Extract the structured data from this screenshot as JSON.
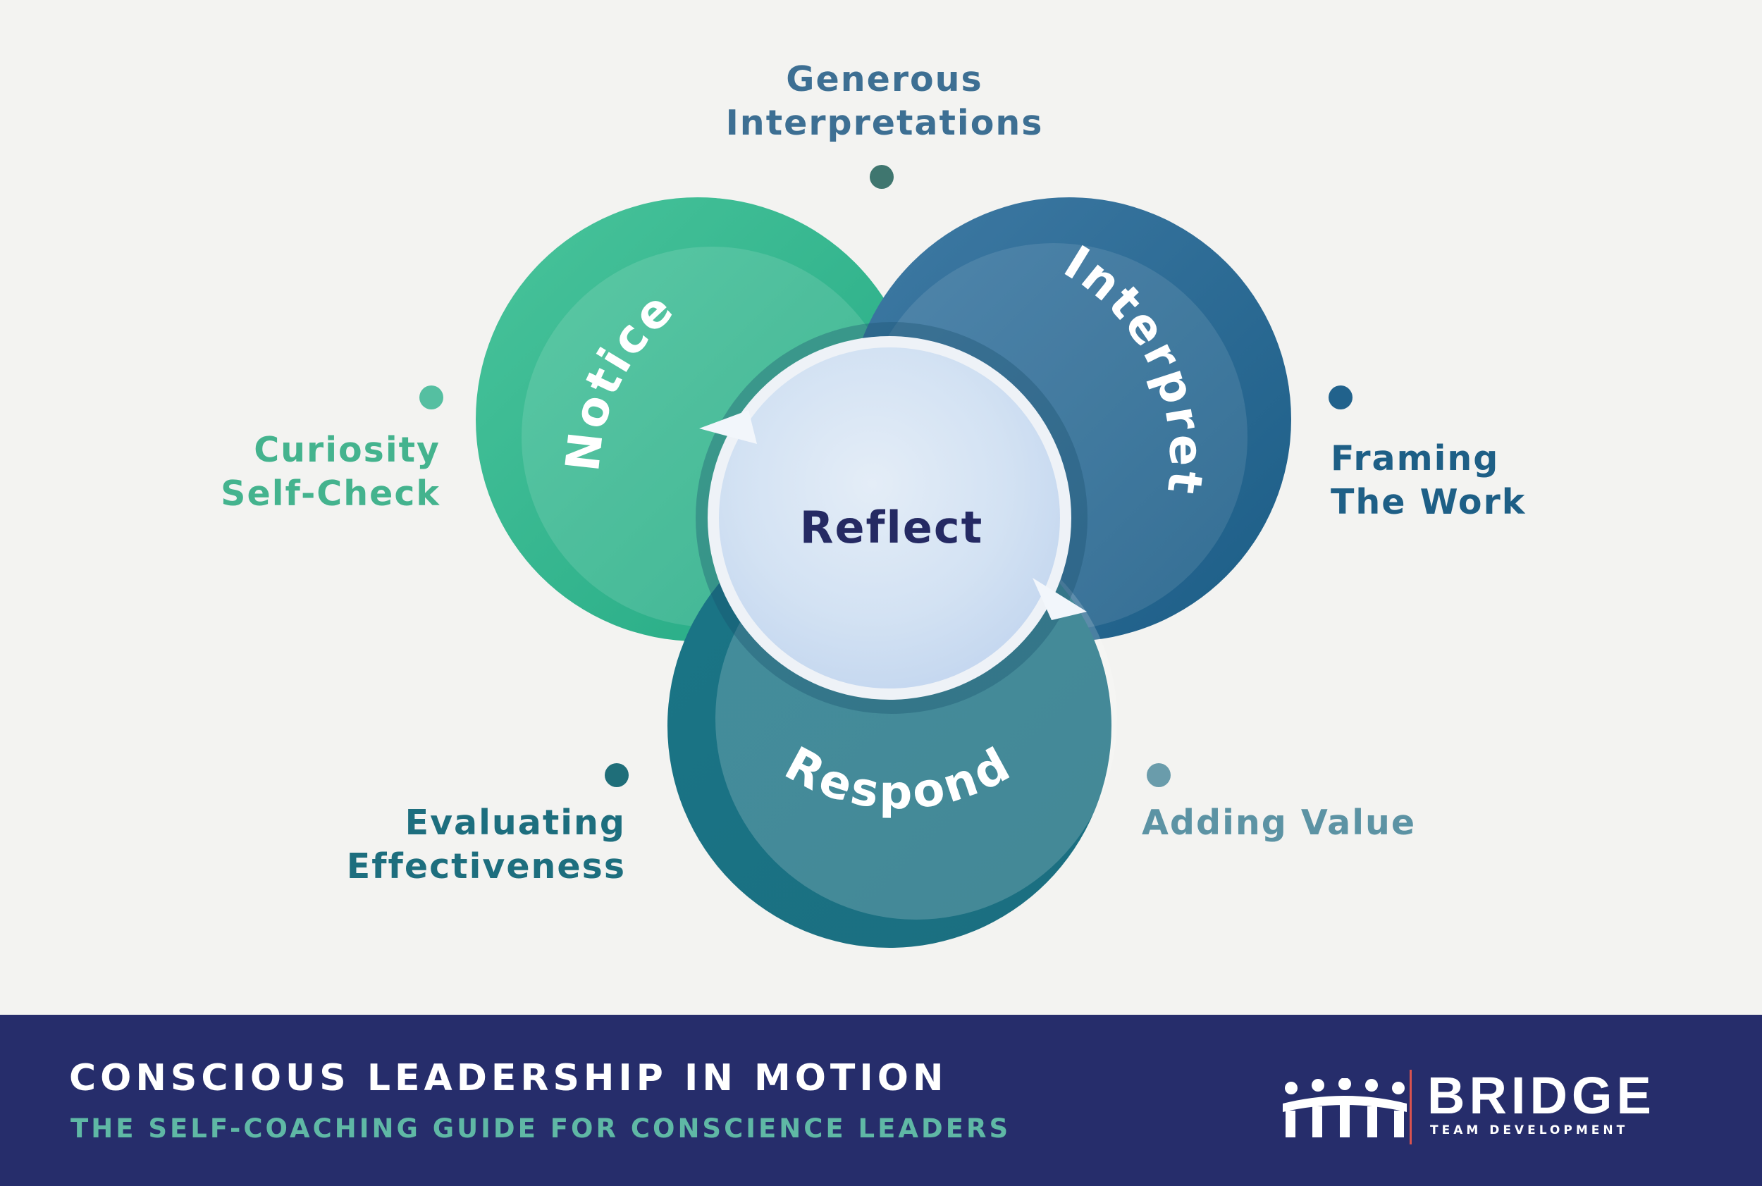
{
  "diagram": {
    "center": "Reflect",
    "stages": [
      {
        "id": "notice",
        "label": "Notice"
      },
      {
        "id": "interpret",
        "label": "Interpret"
      },
      {
        "id": "respond",
        "label": "Respond"
      }
    ],
    "outer": [
      {
        "id": "generous",
        "lines": [
          "Generous",
          "Interpretations"
        ],
        "color": "#3d6f93"
      },
      {
        "id": "curiosity",
        "lines": [
          "Curiosity",
          "Self-Check"
        ],
        "color": "#44b38e"
      },
      {
        "id": "framing",
        "lines": [
          "Framing",
          "The Work"
        ],
        "color": "#1e5f86"
      },
      {
        "id": "evaluating",
        "lines": [
          "Evaluating",
          "Effectiveness"
        ],
        "color": "#1d6e7e"
      },
      {
        "id": "adding",
        "lines": [
          "Adding Value"
        ],
        "color": "#5c93a4"
      }
    ],
    "colors": {
      "notice": "#3dbb94",
      "interpret": "#2b6892",
      "respond": "#1f7485",
      "center_text": "#252a63"
    }
  },
  "footer": {
    "title": "CONSCIOUS LEADERSHIP IN MOTION",
    "subtitle": "THE SELF-COACHING GUIDE FOR CONSCIENCE LEADERS",
    "subtitle_color": "#5fb8a5",
    "background": "#262d6b"
  },
  "logo": {
    "name": "BRIDGE",
    "tagline": "TEAM DEVELOPMENT",
    "divider_color": "#d9534f"
  }
}
